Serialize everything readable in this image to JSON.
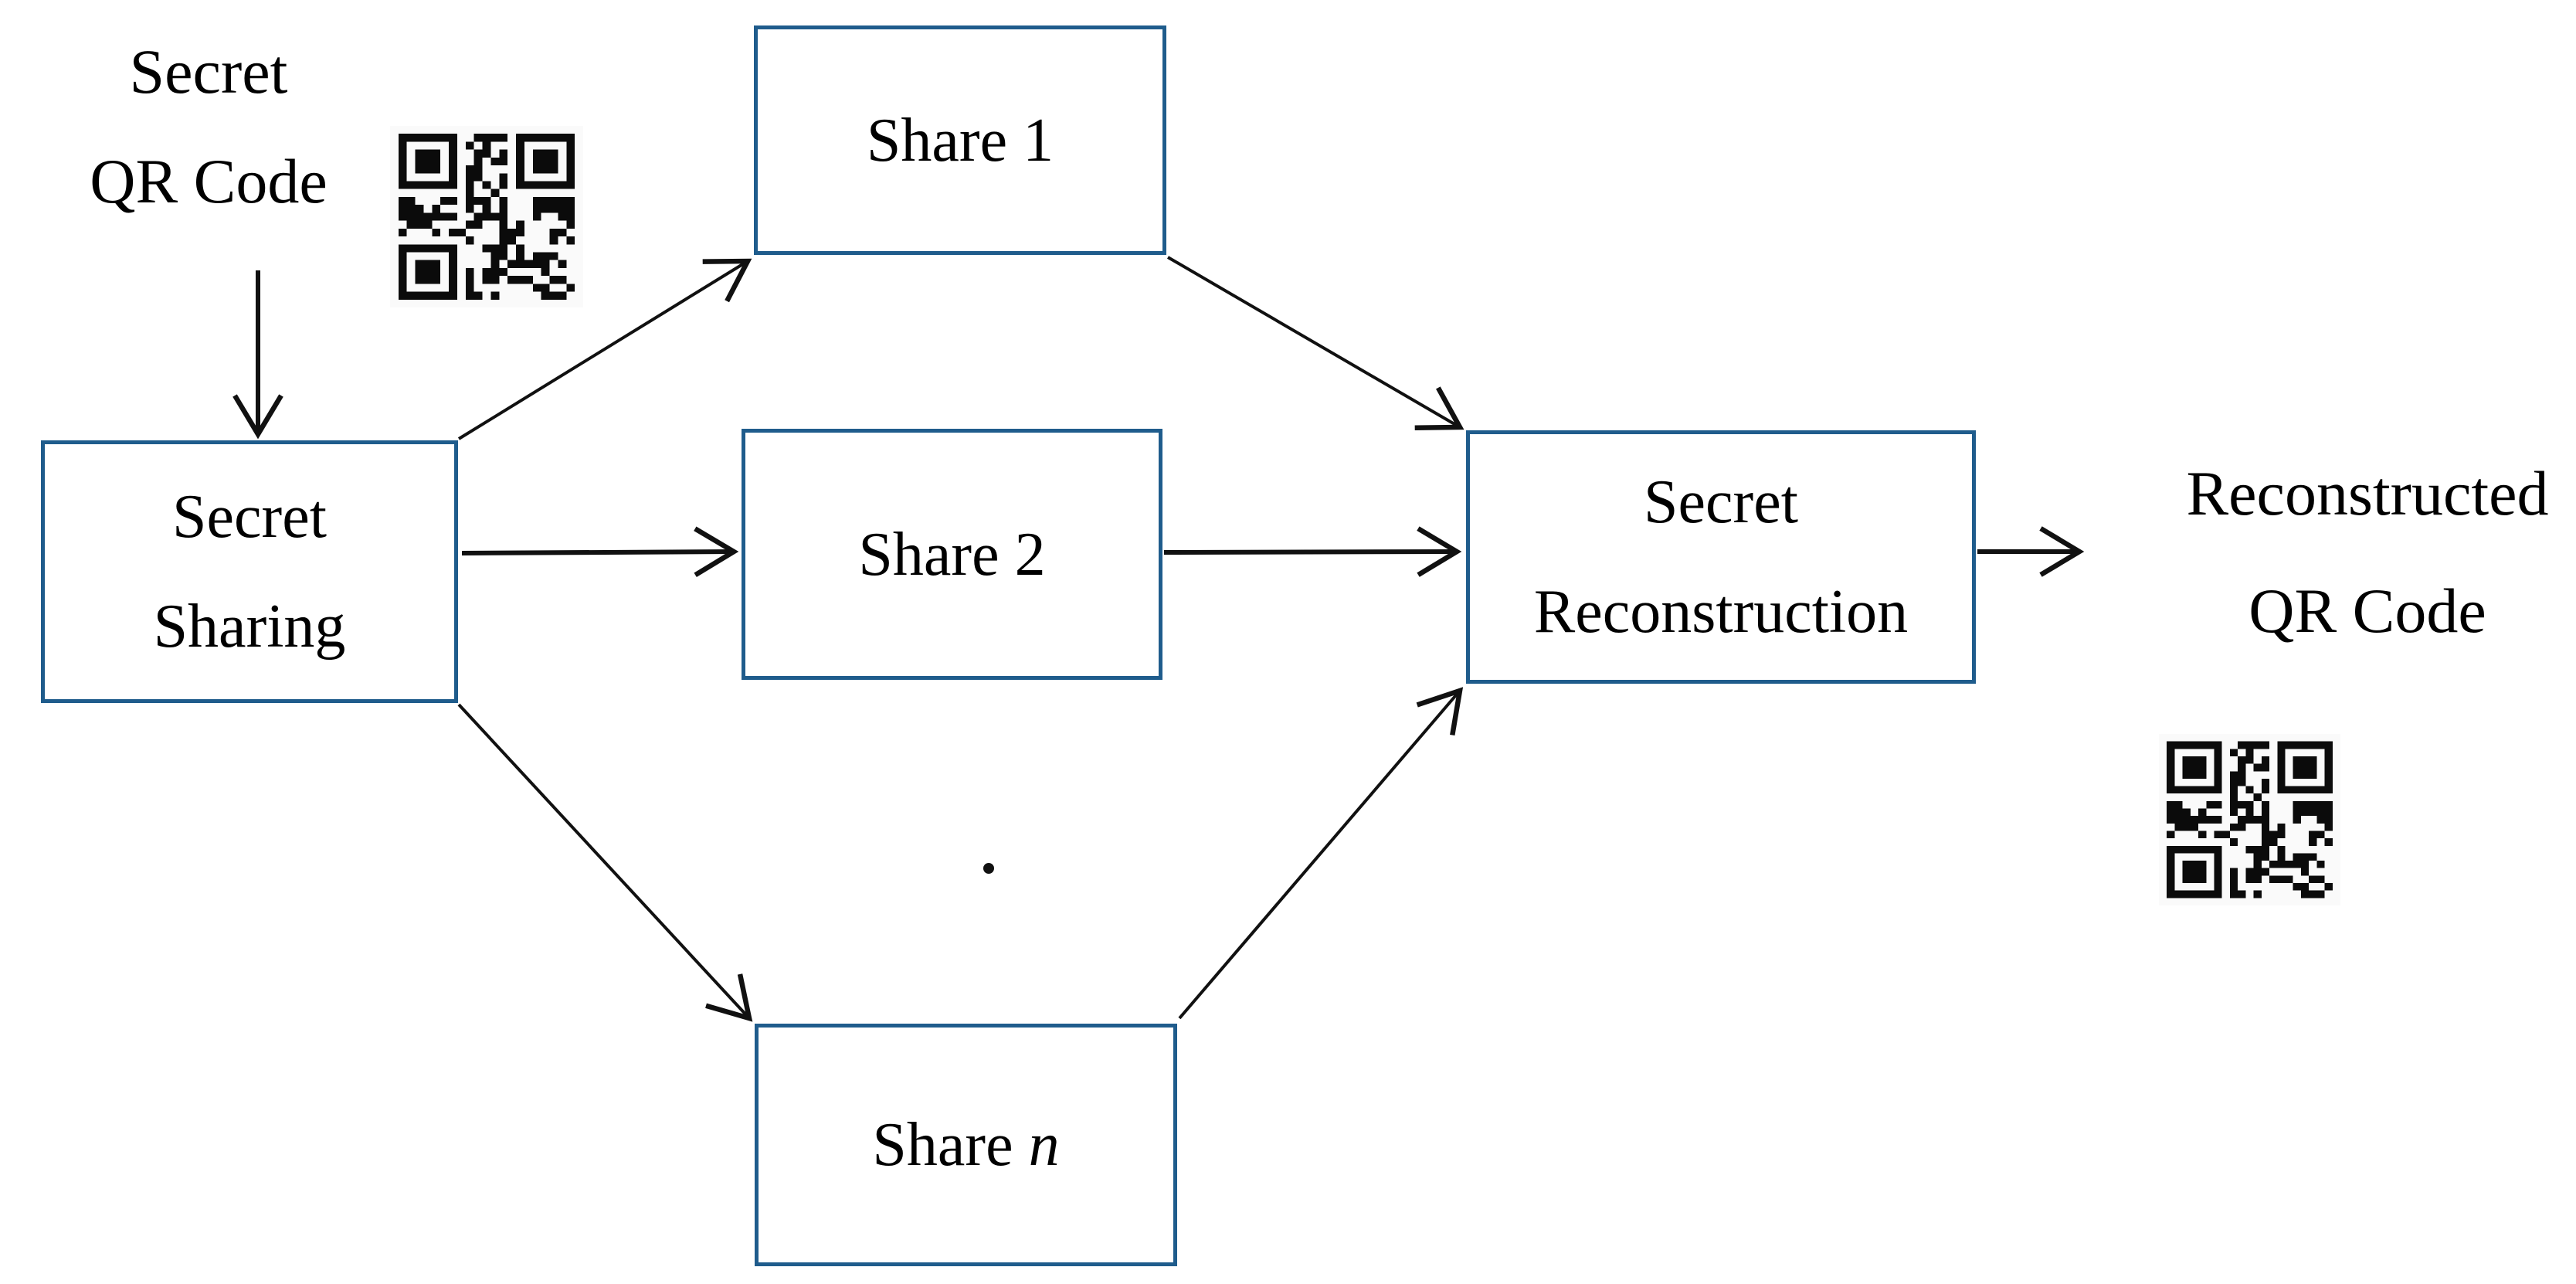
{
  "diagram": {
    "type": "flowchart",
    "input_label": {
      "line1": "Secret",
      "line2": "QR Code"
    },
    "output_label": {
      "line1": "Reconstructed",
      "line2": "QR Code"
    },
    "nodes": {
      "secret_sharing": {
        "line1": "Secret",
        "line2": "Sharing"
      },
      "share_1": {
        "label": "Share 1"
      },
      "share_2": {
        "label": "Share 2"
      },
      "share_n": {
        "prefix": "Share",
        "var": "n"
      },
      "secret_reconstruction": {
        "line1": "Secret",
        "line2": "Reconstruction"
      }
    },
    "icons": {
      "input_qr": "qr-code-image",
      "output_qr": "qr-code-image"
    },
    "colors": {
      "box_border": "#1f5c8c",
      "arrow": "#111111",
      "text": "#000000"
    }
  }
}
